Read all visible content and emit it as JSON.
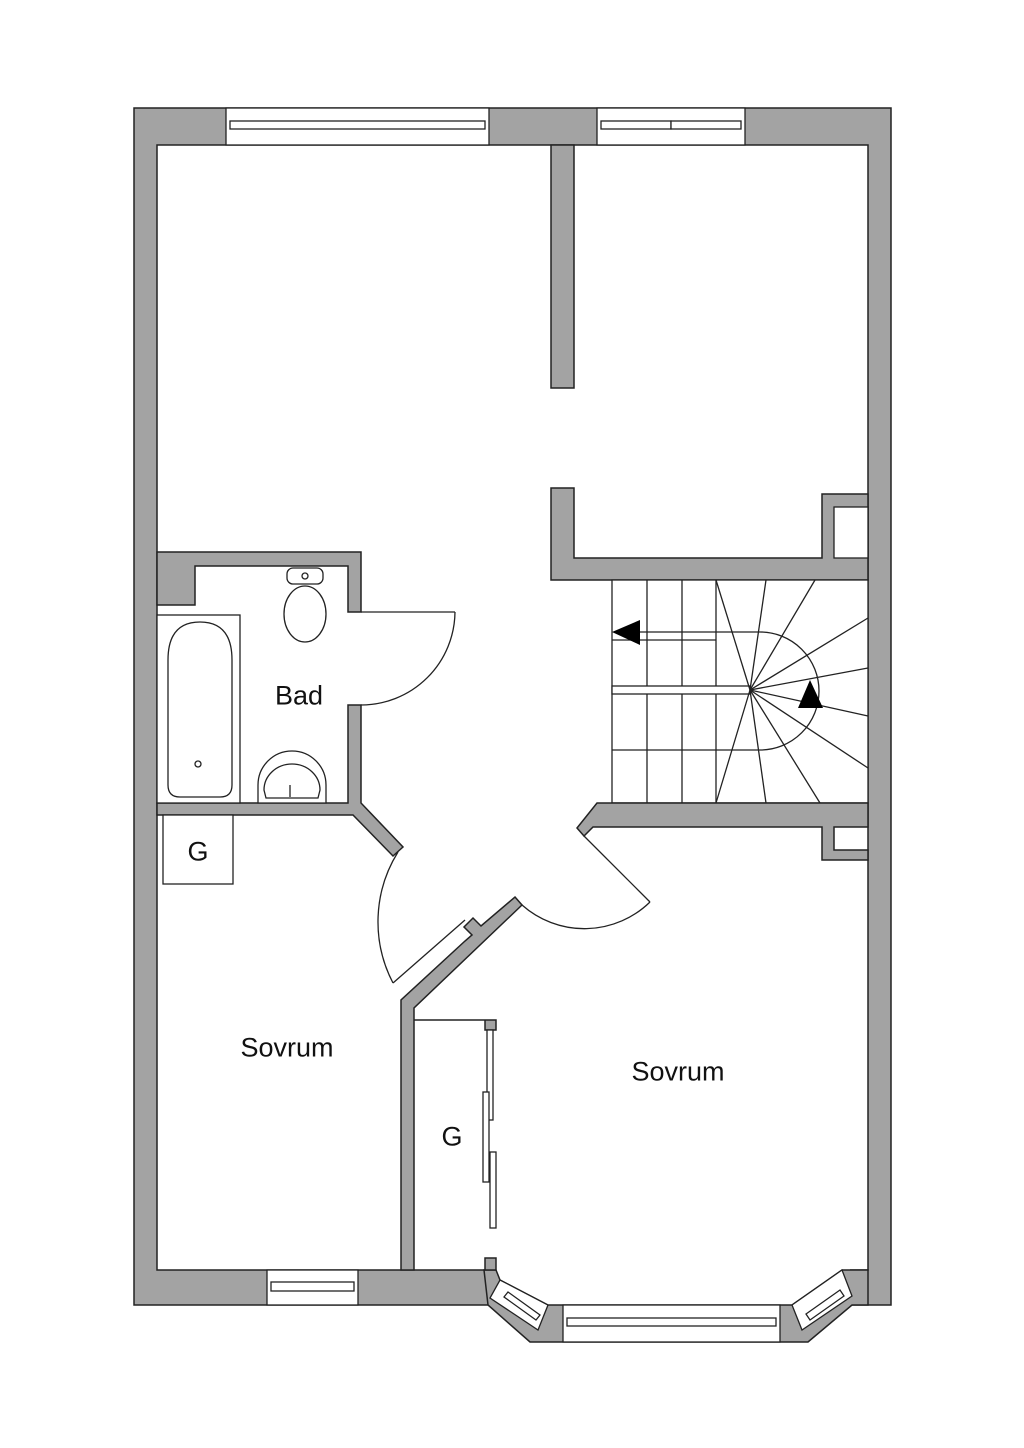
{
  "rooms": {
    "bathroom": "Bad",
    "bedroom_left": "Sovrum",
    "bedroom_right": "Sovrum",
    "closet_left": "G",
    "closet_right": "G"
  },
  "colors": {
    "wall": "#a3a3a3",
    "line": "#222222"
  }
}
